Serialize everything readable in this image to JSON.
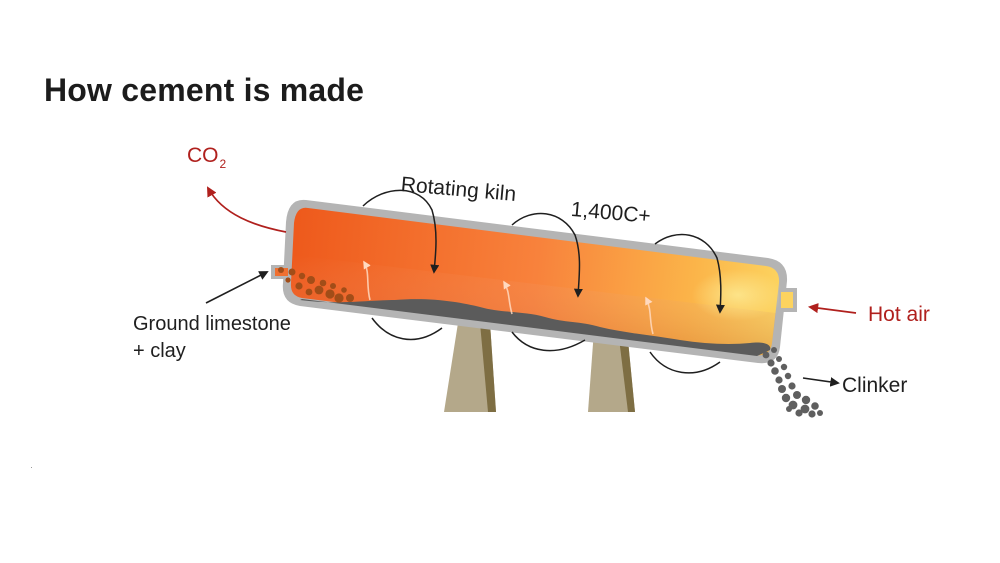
{
  "title": "How cement is made",
  "labels": {
    "co2_main": "CO",
    "co2_sub": "2",
    "kiln": "Rotating kiln",
    "temperature": "1,400C+",
    "input_line1": "Ground limestone",
    "input_line2": "+ clay",
    "hot_air": "Hot air",
    "clinker": "Clinker"
  },
  "colors": {
    "title_text": "#1c1c1c",
    "label_text": "#1f1f1f",
    "accent_red": "#b0201d",
    "kiln_hot": "#ee5a1c",
    "kiln_glow": "#fbd66a",
    "kiln_rim": "#b4b4b4",
    "material": "#5b5b5b",
    "support": "#b4a88a"
  }
}
